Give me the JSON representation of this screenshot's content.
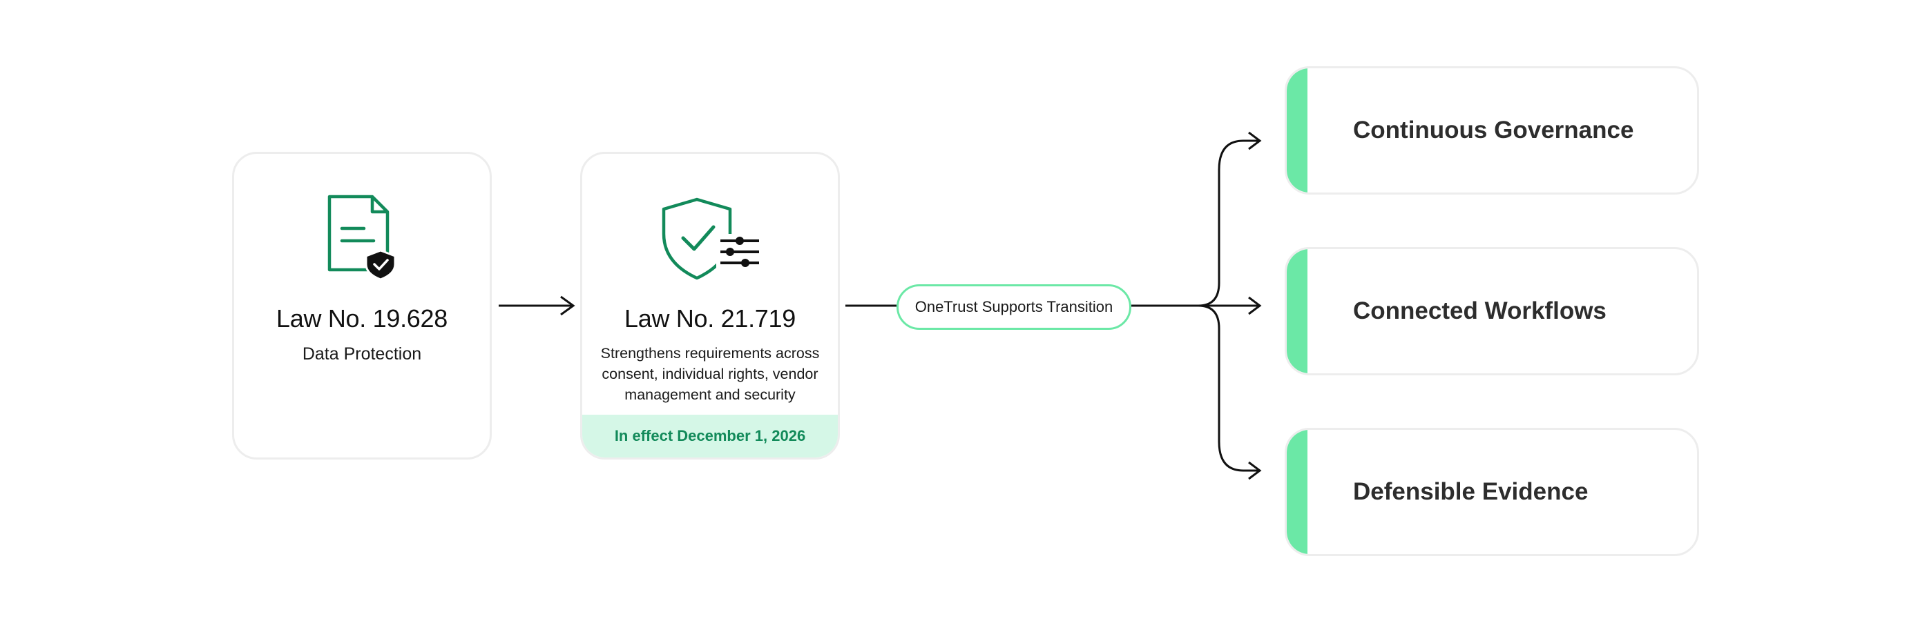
{
  "cards": [
    {
      "title": "Law No. 19.628",
      "subtitle": "Data Protection",
      "icon": "document-shield-icon"
    },
    {
      "title": "Law No. 21.719",
      "description": [
        "Strengthens requirements across",
        "consent, individual rights, vendor",
        "management and security"
      ],
      "effective": "In effect December 1, 2026",
      "icon": "shield-check-settings-icon"
    }
  ],
  "transition_label": "OneTrust Supports Transition",
  "outcomes": [
    {
      "label": "Continuous Governance"
    },
    {
      "label": "Connected Workflows"
    },
    {
      "label": "Defensible Evidence"
    }
  ],
  "colors": {
    "accent_green": "#6be8a6",
    "icon_green": "#128a5a",
    "band_bg": "#d5f7e7",
    "border": "#ededed"
  }
}
